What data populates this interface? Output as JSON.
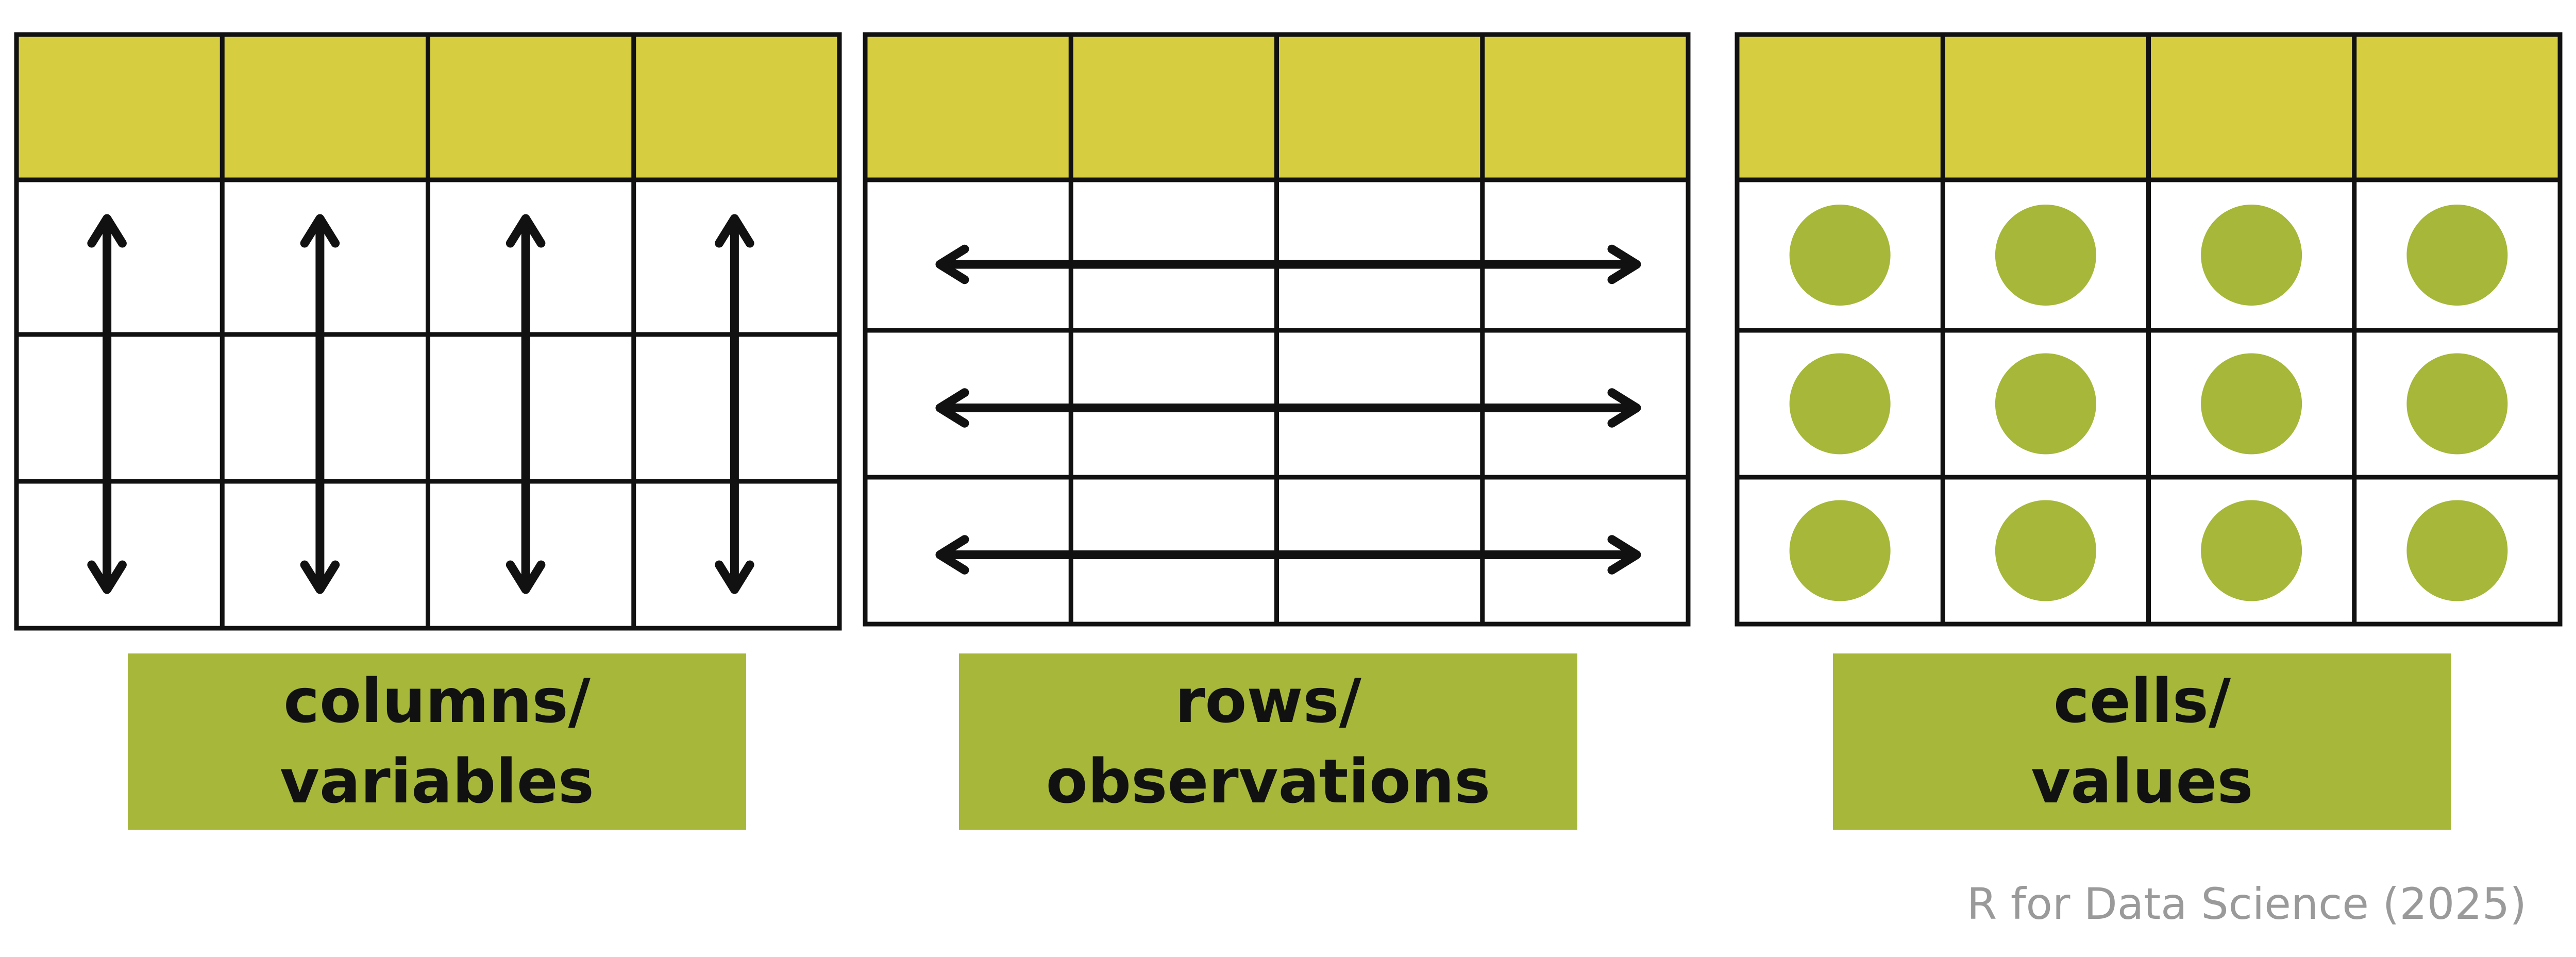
{
  "colors": {
    "header_fill": "#d6cd41",
    "label_fill": "#a6b73a",
    "value_dot": "#a6b73a",
    "grid_stroke": "#111111",
    "arrow_stroke": "#111111",
    "credit_text": "#9a9a9a"
  },
  "panels": [
    {
      "id": "columns",
      "arrow_direction": "vertical",
      "label_line1": "columns/",
      "label_line2": "variables"
    },
    {
      "id": "rows",
      "arrow_direction": "horizontal",
      "label_line1": "rows/",
      "label_line2": "observations"
    },
    {
      "id": "cells",
      "arrow_direction": "none",
      "label_line1": "cells/",
      "label_line2": "values"
    }
  ],
  "credit": "R for Data Science (2025)"
}
